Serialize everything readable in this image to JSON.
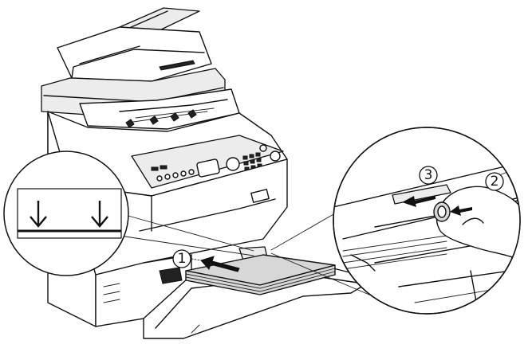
{
  "figure": {
    "callouts": [
      {
        "id": "step-1",
        "label": "1"
      },
      {
        "id": "step-2",
        "label": "2"
      },
      {
        "id": "step-3",
        "label": "3"
      }
    ],
    "colors": {
      "ink": "#111111",
      "paper_gray": "#d7d7d7",
      "background": "#ffffff"
    },
    "icons": [
      "printer-illustration",
      "paper-orientation-arrows-icon",
      "paper-guide-closeup",
      "push-arrow-icon"
    ]
  }
}
